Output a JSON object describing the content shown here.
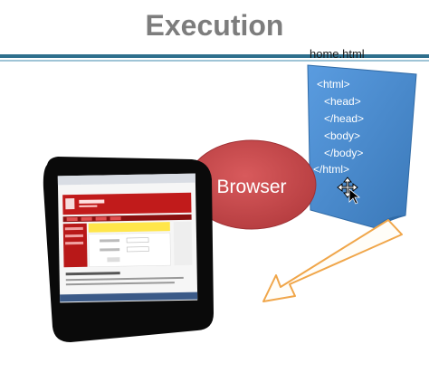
{
  "title": "Execution",
  "file": {
    "name": "home.html",
    "code_lines": [
      "<html>",
      "<head>",
      "</head>",
      "<body>",
      "</body>",
      "</html>"
    ]
  },
  "browser": {
    "label": "Browser"
  },
  "colors": {
    "title": "#7d7d7d",
    "rule": "#2e6f8d",
    "document": "#4d8fd0",
    "browser_ellipse": "#c8474a",
    "arrow_outline": "#f0a64a",
    "device_frame": "#0a0a0a",
    "screen_header": "#c11b1b",
    "screen_highlight": "#ffe64a"
  },
  "icons": {
    "cursor": "move-cursor-icon",
    "arrow": "arrow-down-left-icon"
  }
}
